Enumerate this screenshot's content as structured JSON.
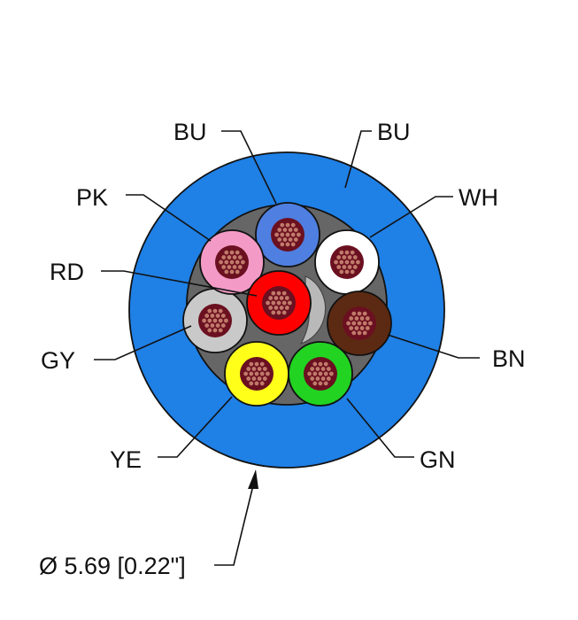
{
  "colors": {
    "jacket": "#1f80e6",
    "filler": "#666666",
    "conductor": "#c07a6a",
    "conductor_shadow": "#6b1020"
  },
  "conductors": [
    {
      "label": "BU",
      "fill": "#4f7fe0"
    },
    {
      "label": "WH",
      "fill": "#ffffff"
    },
    {
      "label": "BN",
      "fill": "#5c2a12"
    },
    {
      "label": "GN",
      "fill": "#22d322"
    },
    {
      "label": "YE",
      "fill": "#ffff1a"
    },
    {
      "label": "GY",
      "fill": "#c9c9c9"
    },
    {
      "label": "PK",
      "fill": "#f39bc6"
    },
    {
      "label": "RD",
      "fill": "#ff0000"
    }
  ],
  "jacket_label": "BU",
  "dimension": "Ø 5.69 [0.22\"]"
}
